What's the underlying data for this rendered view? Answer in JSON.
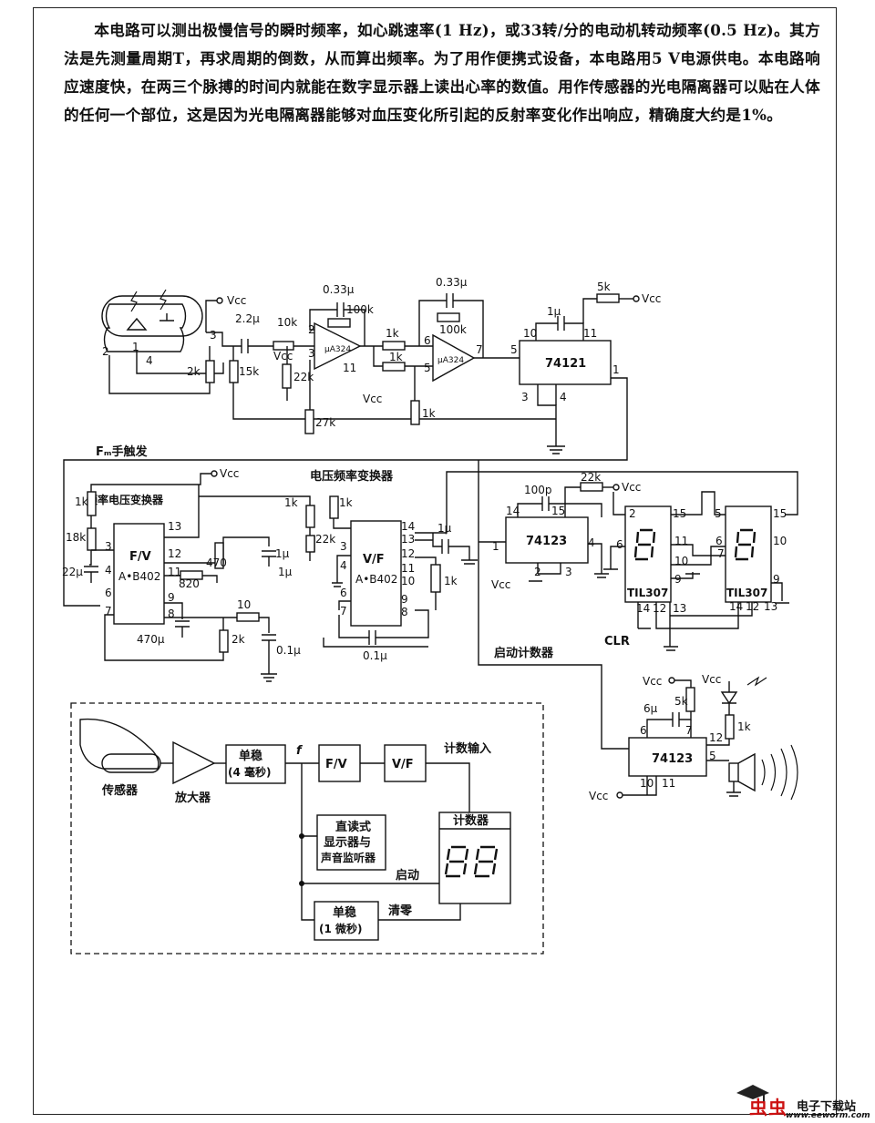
{
  "intro": "本电路可以测出极慢信号的瞬时频率，如心跳速率(1 Hz)，或33转/分的电动机转动频率(0.5 Hz)。其方法是先测量周期T，再求周期的倒数，从而算出频率。为了用作便携式设备，本电路用5 V电源供电。本电路响应速度快，在两三个脉搏的时间内就能在数字显示器上读出心率的数值。用作传感器的光电隔离器可以贴在人体的任何一个部位，这是因为光电隔离器能够对血压变化所引起的反射率变化作出响应，精确度大约是1%。",
  "schematic": {
    "vcc": "Vcc",
    "amp_chip": "μA324",
    "mono1_chip": "74121",
    "fv_chip_name": "F/V",
    "fv_chip_part": "A•B402",
    "vf_chip_name": "V/F",
    "vf_chip_part": "A•B402",
    "mono2_chip": "74123",
    "display_chip": "TIL307",
    "alarm_chip": "74123",
    "label_manual": "Fₘ手触发",
    "label_fv": "频率电压变换器",
    "label_vf": "电压频率变换器",
    "label_start": "启动计数器",
    "label_clr": "CLR",
    "c_033": "0.33μ",
    "c_22u": "2.2μ",
    "c_1u": "1μ",
    "c_22": "22μ",
    "c_470": "470μ",
    "c_01": "0.1μ",
    "c_100p": "100p",
    "c_6u": "6μ",
    "r_10k": "10k",
    "r_100k": "100k",
    "r_1k": "1k",
    "r_2k": "2k",
    "r_15k": "15k",
    "r_22k": "22k",
    "r_27k": "27k",
    "r_5k": "5k",
    "r_18k": "18k",
    "r_470": "470",
    "r_820": "820",
    "r_10": "10",
    "pins": {
      "p1": "1",
      "p2": "2",
      "p3": "3",
      "p4": "4",
      "p5": "5",
      "p6": "6",
      "p7": "7",
      "p8": "8",
      "p9": "9",
      "p10": "10",
      "p11": "11",
      "p12": "12",
      "p13": "13",
      "p14": "14",
      "p15": "15"
    }
  },
  "block": {
    "sensor": "传感器",
    "amp": "放大器",
    "mono4": "单稳",
    "mono4_sub": "(4 毫秒)",
    "f": "f",
    "fv": "F/V",
    "vf": "V/F",
    "count_in": "计数输入",
    "counter": "计数器",
    "display_line1": "直读式",
    "display_line2": "显示器与",
    "display_line3": "声音监听器",
    "start": "启动",
    "mono1": "单稳",
    "mono1_sub": "(1 微秒)",
    "clear": "清零"
  },
  "watermark": {
    "brand": "虫虫",
    "site_name": "电子下载站",
    "url": "www.eeworm.com"
  },
  "colors": {
    "ink": "#111111",
    "brand_red": "#cc1010"
  }
}
